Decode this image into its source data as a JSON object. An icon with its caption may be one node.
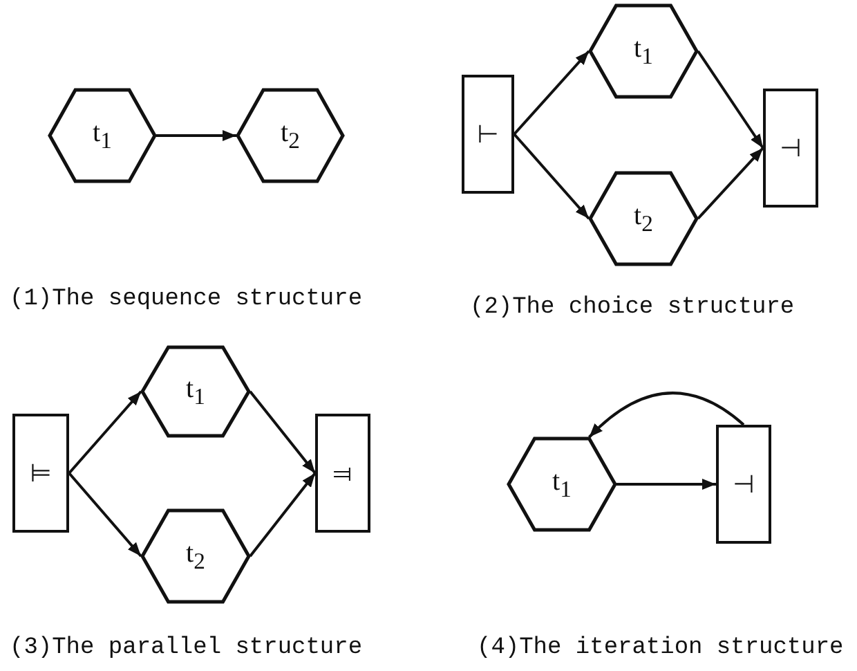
{
  "diagram": {
    "nodes": [
      {
        "text": [
          "t$_{1}$"
        ]
      },
      {
        "text": [
          "t$_{2}$"
        ]
      },
      {
        "text": [
          "⊢"
        ]
      },
      {
        "text": [
          "t$_{1}$"
        ]
      },
      {
        "text": [
          "t$_{2}$"
        ]
      },
      {
        "text": [
          "⊣"
        ]
      },
      {
        "text": [
          "⊨"
        ]
      },
      {
        "text": [
          "t$_{1}$"
        ]
      },
      {
        "text": [
          "t$_{2}$"
        ]
      },
      {
        "text": [
          "⫤"
        ]
      },
      {
        "text": [
          "t$_{1}$"
        ]
      },
      {
        "text": [
          "⊣"
        ]
      }
    ],
    "edges": [
      {
        "from": 0,
        "to": 1,
        "arrow": "to"
      },
      {
        "from": 2,
        "to": 3,
        "arrow": "to"
      },
      {
        "from": 2,
        "to": 4,
        "arrow": "to"
      },
      {
        "from": 3,
        "to": 5,
        "arrow": "to"
      },
      {
        "from": 4,
        "to": 5,
        "arrow": "to"
      },
      {
        "from": 6,
        "to": 7,
        "arrow": "to"
      },
      {
        "from": 6,
        "to": 8,
        "arrow": "to"
      },
      {
        "from": 7,
        "to": 9,
        "arrow": "to"
      },
      {
        "from": 8,
        "to": 9,
        "arrow": "to"
      },
      {
        "from": 10,
        "to": 11,
        "arrow": "to"
      },
      {
        "from": 11,
        "to": 10,
        "arrow": "to"
      }
    ],
    "labels": [
      "(1)The sequence structure",
      "(2)The choice structure",
      "(3)The parallel structure",
      "(4)The iteration structure"
    ]
  }
}
